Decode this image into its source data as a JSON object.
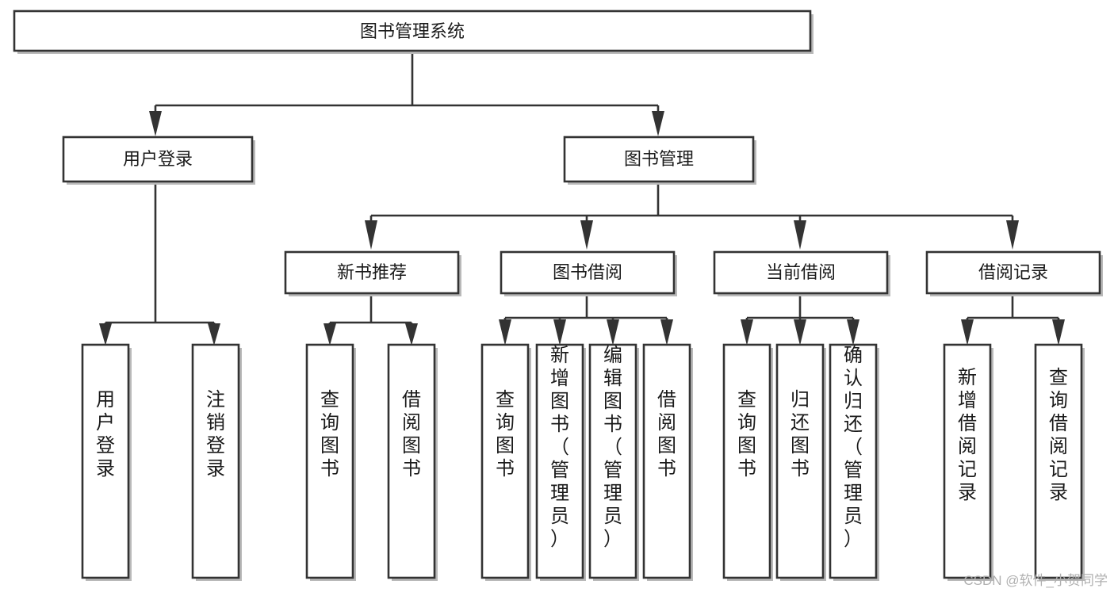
{
  "diagram": {
    "type": "tree",
    "title": "图书管理系统",
    "orientation": "top-down",
    "colors": {
      "box_fill": "#ffffff",
      "box_stroke": "#333333",
      "text": "#1a1a1a",
      "background": "#ffffff",
      "watermark": "#b0b0b0"
    },
    "levels": [
      {
        "level": 0,
        "nodes": [
          {
            "id": "root",
            "label": "图书管理系统",
            "orientation": "horizontal"
          }
        ]
      },
      {
        "level": 1,
        "nodes": [
          {
            "id": "user-login",
            "label": "用户登录",
            "orientation": "horizontal",
            "parent": "root"
          },
          {
            "id": "book-manage",
            "label": "图书管理",
            "orientation": "horizontal",
            "parent": "root"
          }
        ]
      },
      {
        "level": 2,
        "nodes": [
          {
            "id": "new-book-rec",
            "label": "新书推荐",
            "orientation": "horizontal",
            "parent": "book-manage"
          },
          {
            "id": "book-borrow",
            "label": "图书借阅",
            "orientation": "horizontal",
            "parent": "book-manage"
          },
          {
            "id": "current-borrow",
            "label": "当前借阅",
            "orientation": "horizontal",
            "parent": "book-manage"
          },
          {
            "id": "borrow-record",
            "label": "借阅记录",
            "orientation": "horizontal",
            "parent": "book-manage"
          }
        ]
      },
      {
        "level": 3,
        "nodes": [
          {
            "id": "leaf-user-login",
            "label": "用户登录",
            "orientation": "vertical",
            "parent": "user-login"
          },
          {
            "id": "leaf-user-logout",
            "label": "注销登录",
            "orientation": "vertical",
            "parent": "user-login"
          },
          {
            "id": "leaf-query-book-1",
            "label": "查询图书",
            "orientation": "vertical",
            "parent": "new-book-rec"
          },
          {
            "id": "leaf-borrow-book-1",
            "label": "借阅图书",
            "orientation": "vertical",
            "parent": "new-book-rec"
          },
          {
            "id": "leaf-query-book-2",
            "label": "查询图书",
            "orientation": "vertical",
            "parent": "book-borrow"
          },
          {
            "id": "leaf-add-book",
            "label": "新增图书（管理员）",
            "orientation": "vertical",
            "parent": "book-borrow"
          },
          {
            "id": "leaf-edit-book",
            "label": "编辑图书（管理员）",
            "orientation": "vertical",
            "parent": "book-borrow"
          },
          {
            "id": "leaf-borrow-book-2",
            "label": "借阅图书",
            "orientation": "vertical",
            "parent": "book-borrow"
          },
          {
            "id": "leaf-query-book-3",
            "label": "查询图书",
            "orientation": "vertical",
            "parent": "current-borrow"
          },
          {
            "id": "leaf-return-book",
            "label": "归还图书",
            "orientation": "vertical",
            "parent": "current-borrow"
          },
          {
            "id": "leaf-confirm-return",
            "label": "确认归还（管理员）",
            "orientation": "vertical",
            "parent": "current-borrow"
          },
          {
            "id": "leaf-add-record",
            "label": "新增借阅记录",
            "orientation": "vertical",
            "parent": "borrow-record"
          },
          {
            "id": "leaf-query-record",
            "label": "查询借阅记录",
            "orientation": "vertical",
            "parent": "borrow-record"
          }
        ]
      }
    ]
  },
  "watermark": {
    "text": "CSDN @软件_小贺同学"
  }
}
